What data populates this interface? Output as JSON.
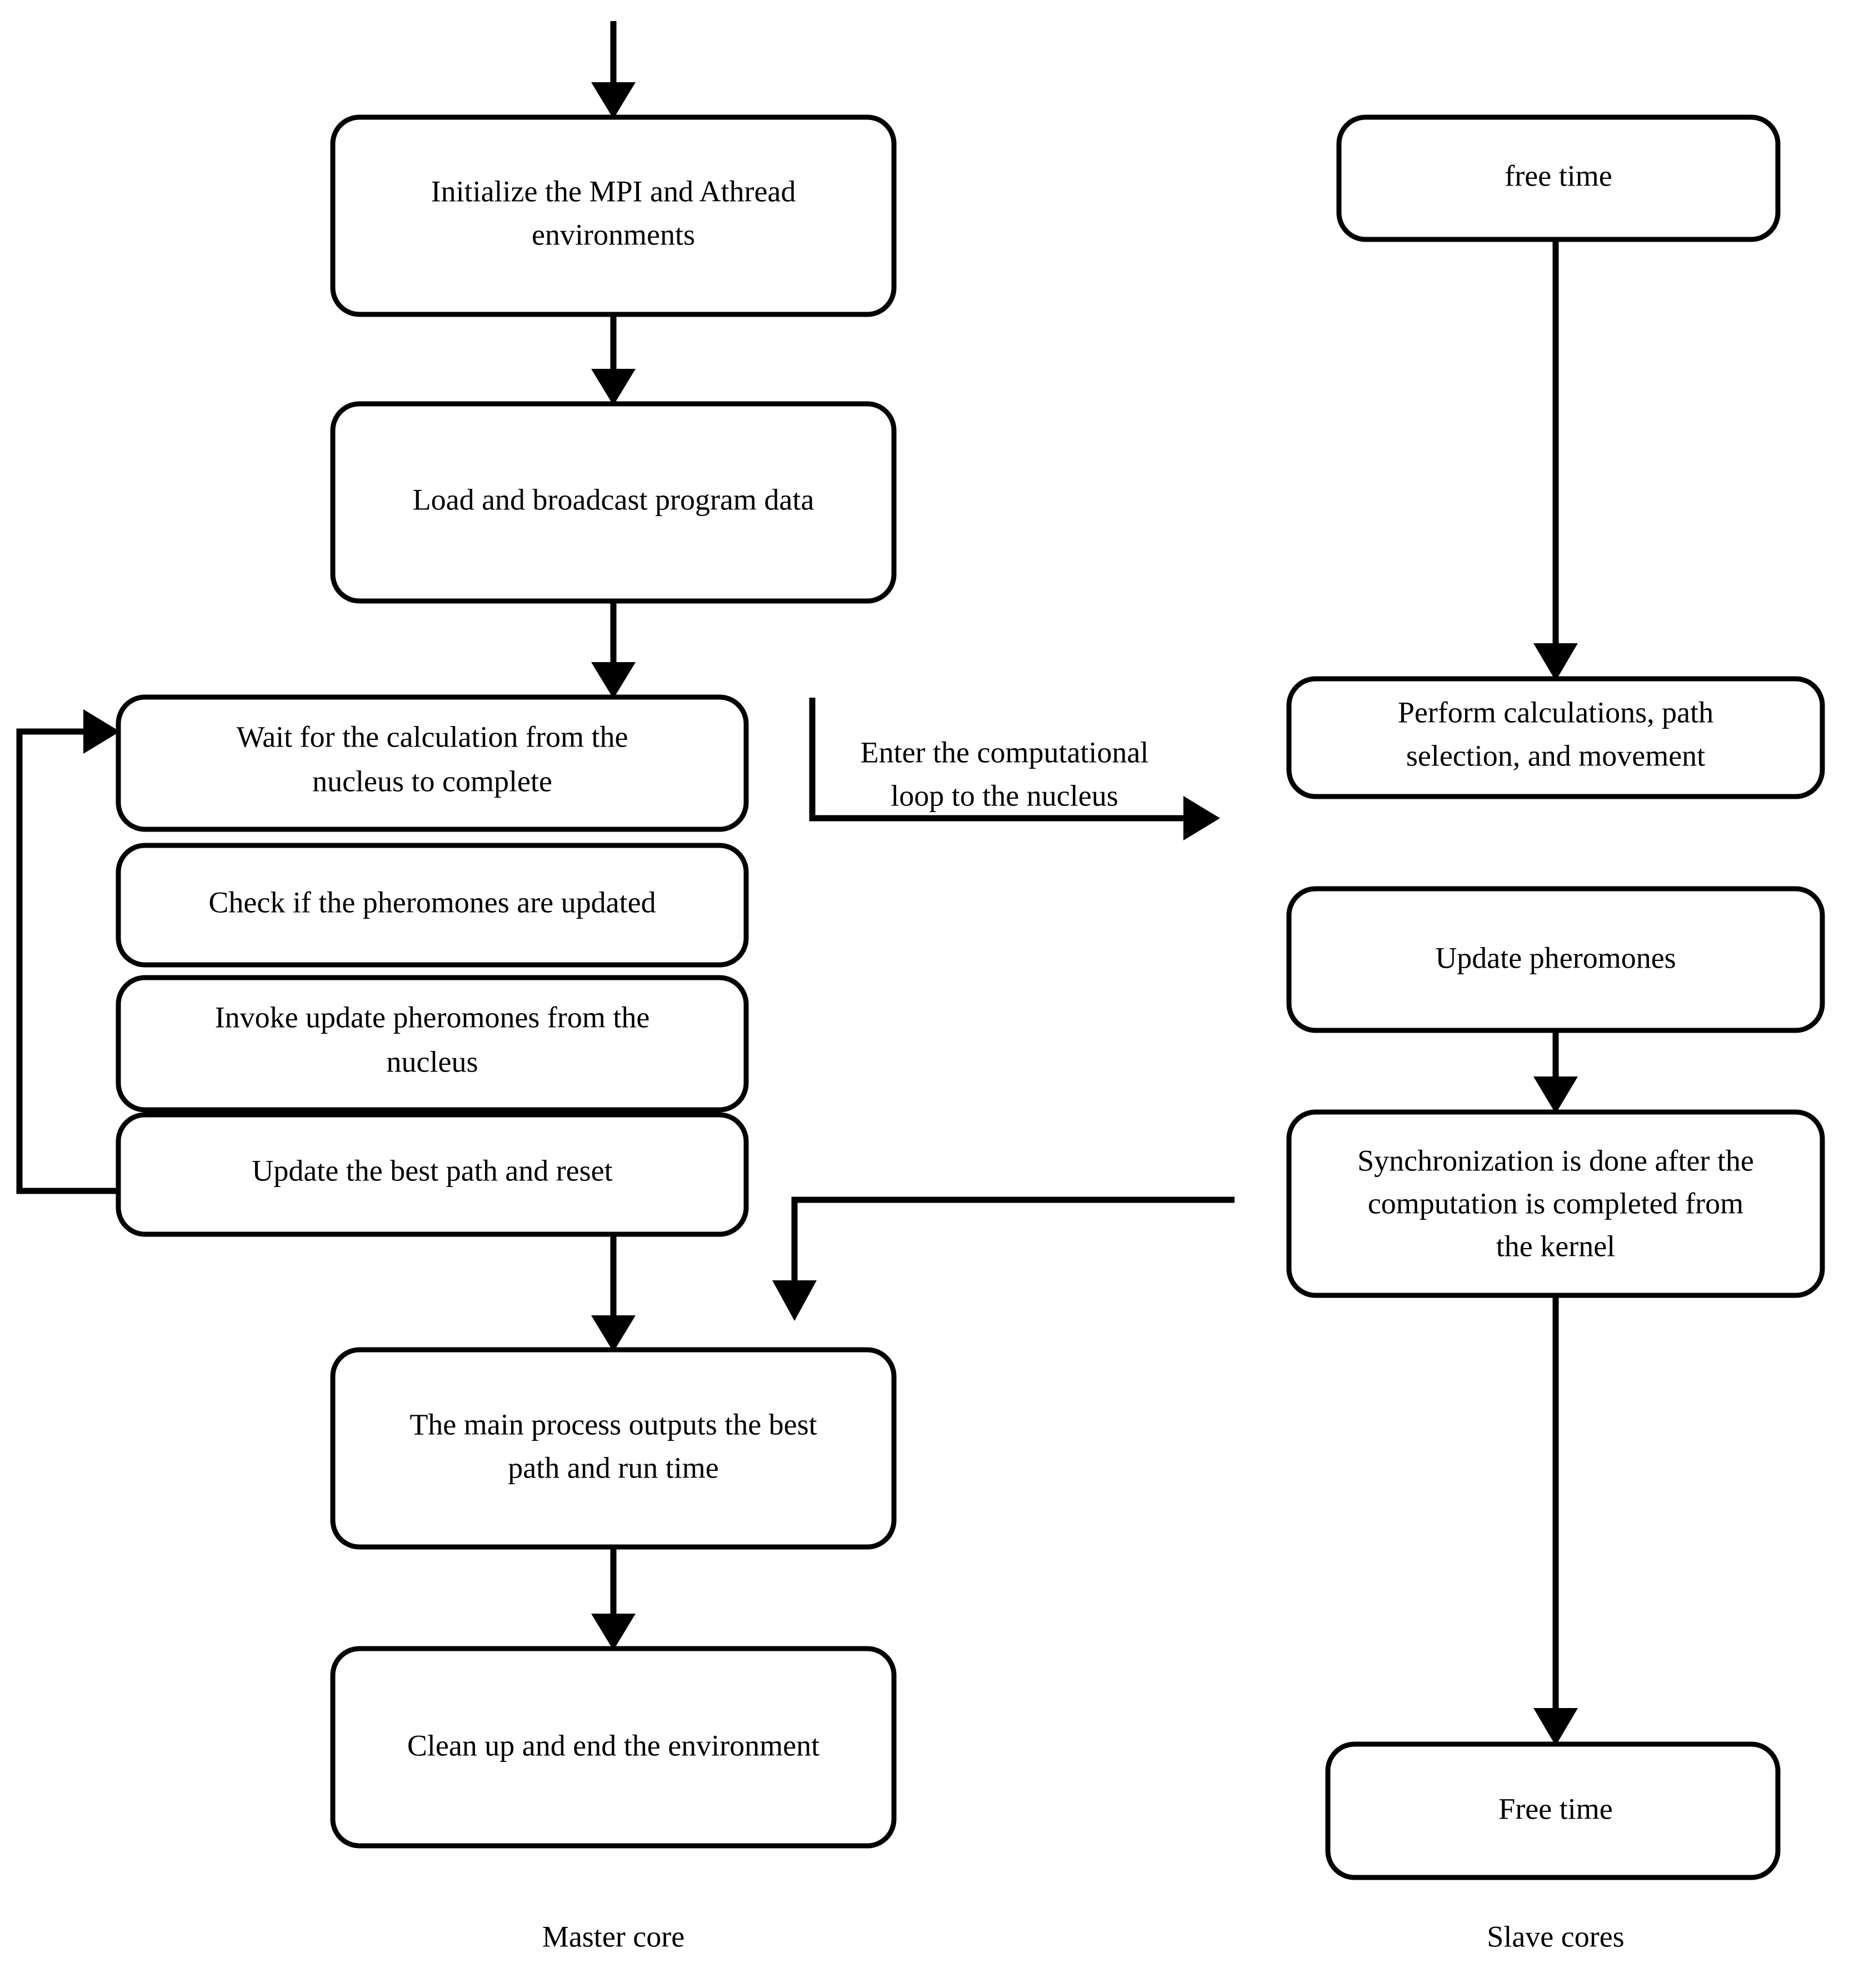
{
  "diagram": {
    "title_note": "Master/Slave core parallel ACO flowchart",
    "background_color": "#ffffff",
    "stroke_color": "#000000",
    "text_color": "#000000"
  },
  "columns": [
    {
      "id": "master",
      "caption": "Master core"
    },
    {
      "id": "slave",
      "caption": "Slave cores"
    }
  ],
  "master_nodes": [
    {
      "id": "m1",
      "lines": [
        "Initialize the MPI and Athread",
        "environments"
      ]
    },
    {
      "id": "m2",
      "lines": [
        "Load and broadcast program data"
      ]
    },
    {
      "id": "m3",
      "lines": [
        "Wait for the calculation from the",
        "nucleus to complete"
      ]
    },
    {
      "id": "m4",
      "lines": [
        "Check if the pheromones are updated"
      ]
    },
    {
      "id": "m5",
      "lines": [
        "Invoke update pheromones from the",
        "nucleus"
      ]
    },
    {
      "id": "m6",
      "lines": [
        "Update the best path and reset"
      ]
    },
    {
      "id": "m7",
      "lines": [
        "The main process outputs the best",
        "path and run time"
      ]
    },
    {
      "id": "m8",
      "lines": [
        "Clean up and end the environment"
      ]
    }
  ],
  "slave_nodes": [
    {
      "id": "s1",
      "lines": [
        "free time"
      ]
    },
    {
      "id": "s2",
      "lines": [
        "Perform calculations, path",
        "selection, and movement"
      ]
    },
    {
      "id": "s3",
      "lines": [
        "Update pheromones"
      ]
    },
    {
      "id": "s4",
      "lines": [
        "Synchronization is done after the",
        "computation is completed from",
        "the kernel"
      ]
    },
    {
      "id": "s5",
      "lines": [
        "Free time"
      ]
    }
  ],
  "edge_labels": [
    {
      "id": "e_cross_right",
      "lines": [
        "Enter the computational",
        "loop to the nucleus"
      ]
    }
  ]
}
